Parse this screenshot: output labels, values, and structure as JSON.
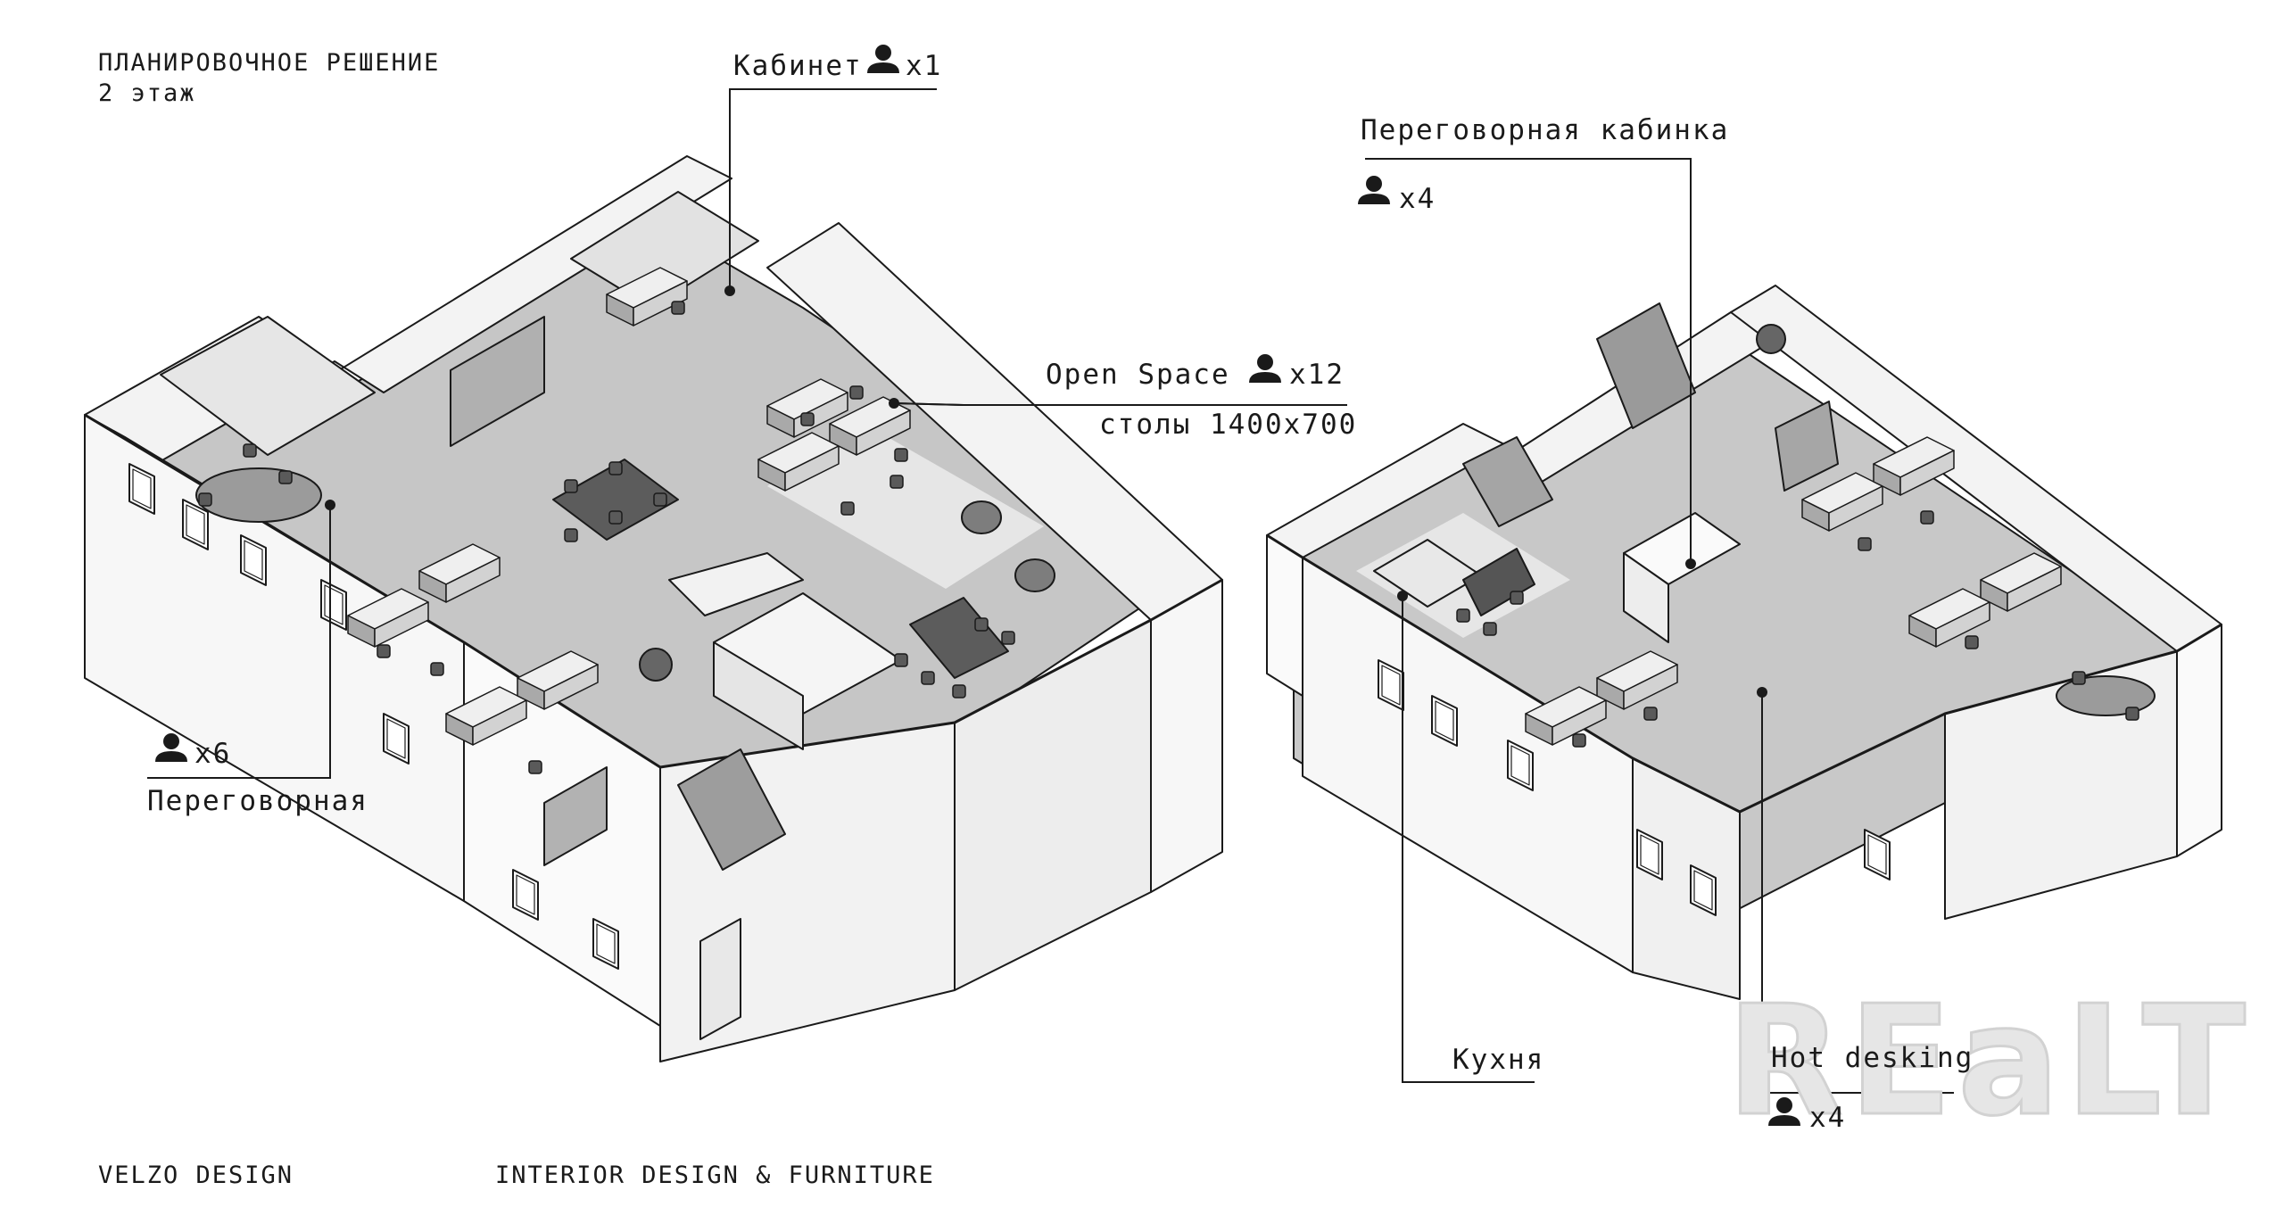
{
  "header": {
    "line1": "ПЛАНИРОВОЧНОЕ РЕШЕНИЕ",
    "line2": "2 этаж"
  },
  "labels": {
    "cabinet": {
      "name": "Кабинет",
      "count": "x1"
    },
    "open_space": {
      "name": "Open Space",
      "count": "x12",
      "desks": "столы 1400x700"
    },
    "meeting_room": {
      "name": "Переговорная",
      "count": "x6"
    },
    "meeting_booth": {
      "name": "Переговорная кабинка",
      "count": "x4"
    },
    "kitchen": {
      "name": "Кухня"
    },
    "hot_desking": {
      "name": "Hot desking",
      "count": "x4"
    }
  },
  "footer": {
    "studio": "VELZO DESIGN",
    "tagline": "INTERIOR DESIGN & FURNITURE"
  },
  "watermark": "REaLT",
  "icons": {
    "person": "person-icon"
  },
  "colors": {
    "wall": "#f4f4f4",
    "floor": "#c9c9c9",
    "floor_light": "#e4e4e4",
    "furniture": "#8e8e8e",
    "line": "#1a1a1a"
  }
}
